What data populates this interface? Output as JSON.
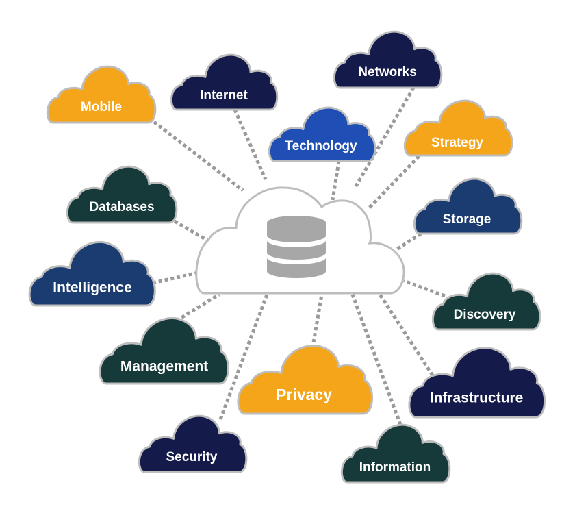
{
  "diagram": {
    "hub": {
      "icon": "database-icon"
    },
    "colors": {
      "navy": "#141a4a",
      "teal": "#16393a",
      "blue": "#1b3c70",
      "orange": "#f5a51a",
      "royal": "#1f4fb5",
      "connector": "#9a9a9a",
      "outline": "#bdbdbd",
      "hub_fill": "#ffffff",
      "hub_icon": "#a7a7a7"
    },
    "nodes": [
      {
        "id": "mobile",
        "label": "Mobile",
        "color": "orange"
      },
      {
        "id": "internet",
        "label": "Internet",
        "color": "navy"
      },
      {
        "id": "networks",
        "label": "Networks",
        "color": "navy"
      },
      {
        "id": "technology",
        "label": "Technology",
        "color": "royal"
      },
      {
        "id": "strategy",
        "label": "Strategy",
        "color": "orange"
      },
      {
        "id": "databases",
        "label": "Databases",
        "color": "teal"
      },
      {
        "id": "storage",
        "label": "Storage",
        "color": "blue"
      },
      {
        "id": "intelligence",
        "label": "Intelligence",
        "color": "blue"
      },
      {
        "id": "discovery",
        "label": "Discovery",
        "color": "teal"
      },
      {
        "id": "management",
        "label": "Management",
        "color": "teal"
      },
      {
        "id": "privacy",
        "label": "Privacy",
        "color": "orange"
      },
      {
        "id": "infrastructure",
        "label": "Infrastructure",
        "color": "navy"
      },
      {
        "id": "security",
        "label": "Security",
        "color": "navy"
      },
      {
        "id": "information",
        "label": "Information",
        "color": "teal"
      }
    ]
  }
}
